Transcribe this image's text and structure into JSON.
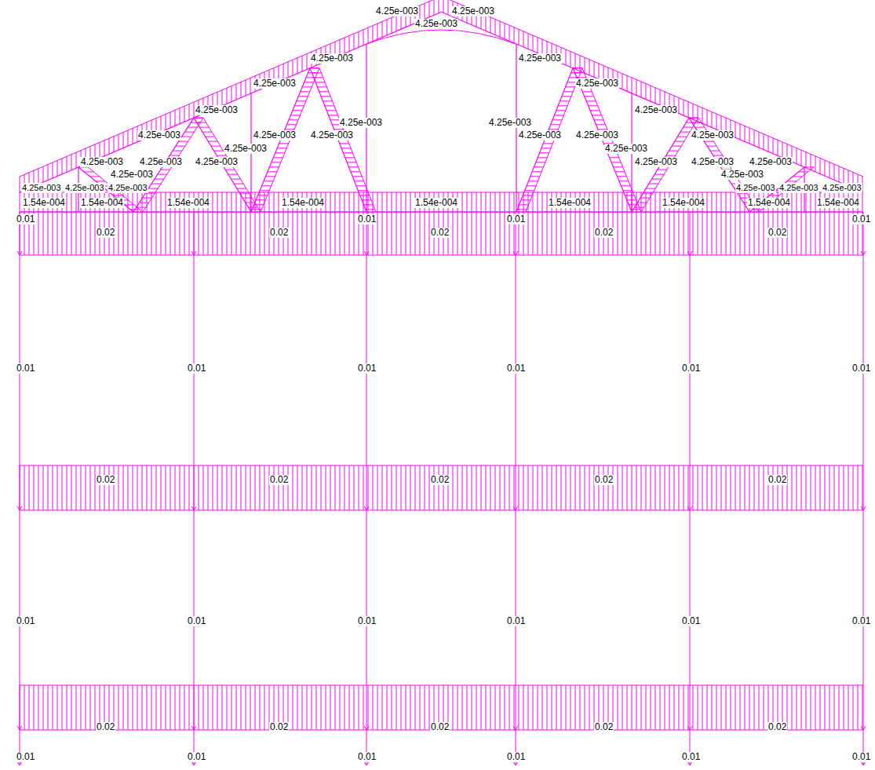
{
  "diagram": {
    "labels": [
      "4.25e-003",
      "4.25e-003",
      "4.25e-003",
      "4.25e-003",
      "4.25e-003",
      "4.25e-003",
      "4.25e-003",
      "4.25e-003",
      "4.25e-003",
      "4.25e-003",
      "4.25e-003",
      "4.25e-003",
      "4.25e-003",
      "4.25e-003",
      "4.25e-003",
      "4.25e-003",
      "4.25e-003",
      "4.25e-003",
      "4.25e-003",
      "4.25e-003",
      "4.25e-003",
      "4.25e-003",
      "4.25e-003",
      "4.25e-003",
      "4.25e-003",
      "4.25e-003",
      "4.25e-003",
      "4.25e-003",
      "4.25e-003",
      "4.25e-003",
      "4.25e-003",
      "4.25e-003",
      "4.25e-003",
      "1.54e-004",
      "1.54e-004",
      "1.54e-004",
      "1.54e-004",
      "1.54e-004",
      "1.54e-004",
      "1.54e-004",
      "1.54e-004",
      "1.54e-004",
      "0.01",
      "0.01",
      "0.01",
      "0.01",
      "0.02",
      "0.02",
      "0.02",
      "0.02",
      "0.02",
      "0.01",
      "0.01",
      "0.01",
      "0.01",
      "0.01",
      "0.01",
      "0.02",
      "0.02",
      "0.02",
      "0.02",
      "0.02",
      "0.01",
      "0.01",
      "0.01",
      "0.01",
      "0.01",
      "0.01",
      "0.02",
      "0.02",
      "0.02",
      "0.02",
      "0.02",
      "0.01",
      "0.01",
      "0.01",
      "0.01",
      "0.01",
      "0.01"
    ]
  }
}
